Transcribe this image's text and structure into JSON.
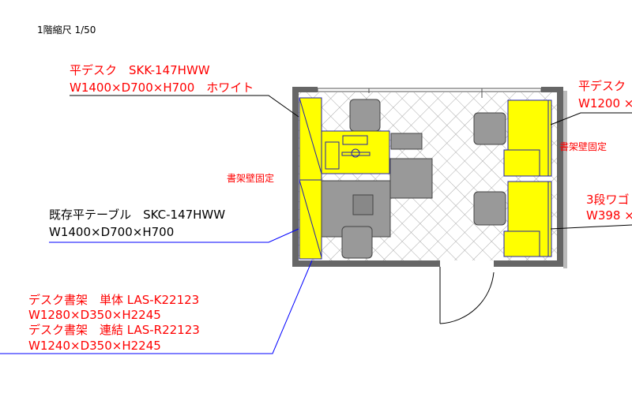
{
  "scale_label": "1階縮尺 1/50",
  "annotations": {
    "flat_desk_left": {
      "line1": "平デスク　SKK-147HWW",
      "line2": "W1400×D700×H700　ホワイト"
    },
    "shelf_wall_fixed_left": "書架壁固定",
    "existing_table": {
      "line1": "既存平テーブル　SKC-147HWW",
      "line2": "W1400×D700×H700"
    },
    "desk_shelf": {
      "line1": "デスク書架　単体 LAS-K22123",
      "line2": "W1280×D350×H2245",
      "line3": "デスク書架　連結 LAS-R22123",
      "line4": "W1240×D350×H2245"
    },
    "flat_desk_right": {
      "line1": "平デスク",
      "line2": "W1200 ×"
    },
    "shelf_wall_fixed_right": "書架壁固定",
    "wagon": {
      "line1": "3段ワゴ",
      "line2": "W398 ×"
    }
  },
  "colors": {
    "furniture_new": "#ffff00",
    "furniture_existing": "#999999",
    "label": "#ff0000",
    "leader_blue": "#0000ff",
    "wall": "#666666"
  }
}
